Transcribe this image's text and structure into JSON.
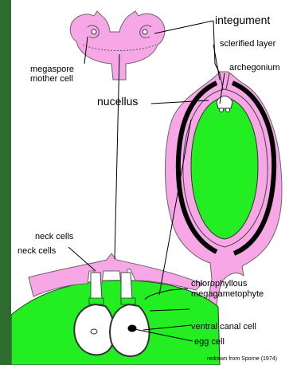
{
  "colors": {
    "frame": "#2e6b2e",
    "background": "#ffffff",
    "integument": "#f7a6e6",
    "megagametophyte": "#22ee22",
    "sclerified_layer": "#000000",
    "outline": "#555555"
  },
  "labels": {
    "integument": "integument",
    "sclerified_layer": "sclerified layer",
    "archegonium": "archegonium",
    "megaspore_mother_cell": "megaspore",
    "megaspore_mother_cell_2": "mother cell",
    "nucellus": "nucellus",
    "neck_cells_1": "neck cells",
    "neck_cells_2": "neck cells",
    "chlorophyllous": "chlorophyllous",
    "megagametophyte": "megagametophyte",
    "ventral_canal_cell": "ventral canal cell",
    "egg_cell": "egg cell",
    "credit": "redrawn from Sporne (1974)"
  }
}
